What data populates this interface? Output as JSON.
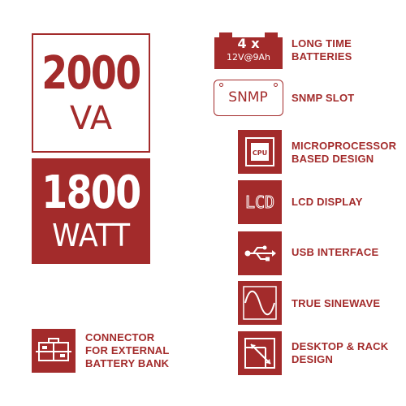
{
  "ratings": {
    "va": {
      "value": "2000",
      "unit": "VA"
    },
    "watt": {
      "value": "1800",
      "unit": "WATT"
    }
  },
  "batteries": {
    "count": "4 x",
    "spec": "12V@9Ah",
    "label_line1": "LONG TIME",
    "label_line2": "BATTERIES"
  },
  "snmp": {
    "icon_text": "SNMP",
    "label": "SNMP SLOT"
  },
  "features": {
    "cpu": {
      "icon_text": "CPU",
      "label_line1": "MICROPROCESSOR",
      "label_line2": "BASED DESIGN"
    },
    "lcd": {
      "icon_text": "LCD",
      "label": "LCD DISPLAY"
    },
    "usb": {
      "label": "USB INTERFACE"
    },
    "sine": {
      "label": "TRUE SINEWAVE"
    },
    "rack": {
      "label_line1": "DESKTOP & RACK",
      "label_line2": "DESIGN"
    }
  },
  "connector": {
    "label_line1": "CONNECTOR",
    "label_line2": "FOR EXTERNAL",
    "label_line3": "BATTERY BANK"
  },
  "colors": {
    "brand": "#a32b2b",
    "background": "#ffffff"
  }
}
